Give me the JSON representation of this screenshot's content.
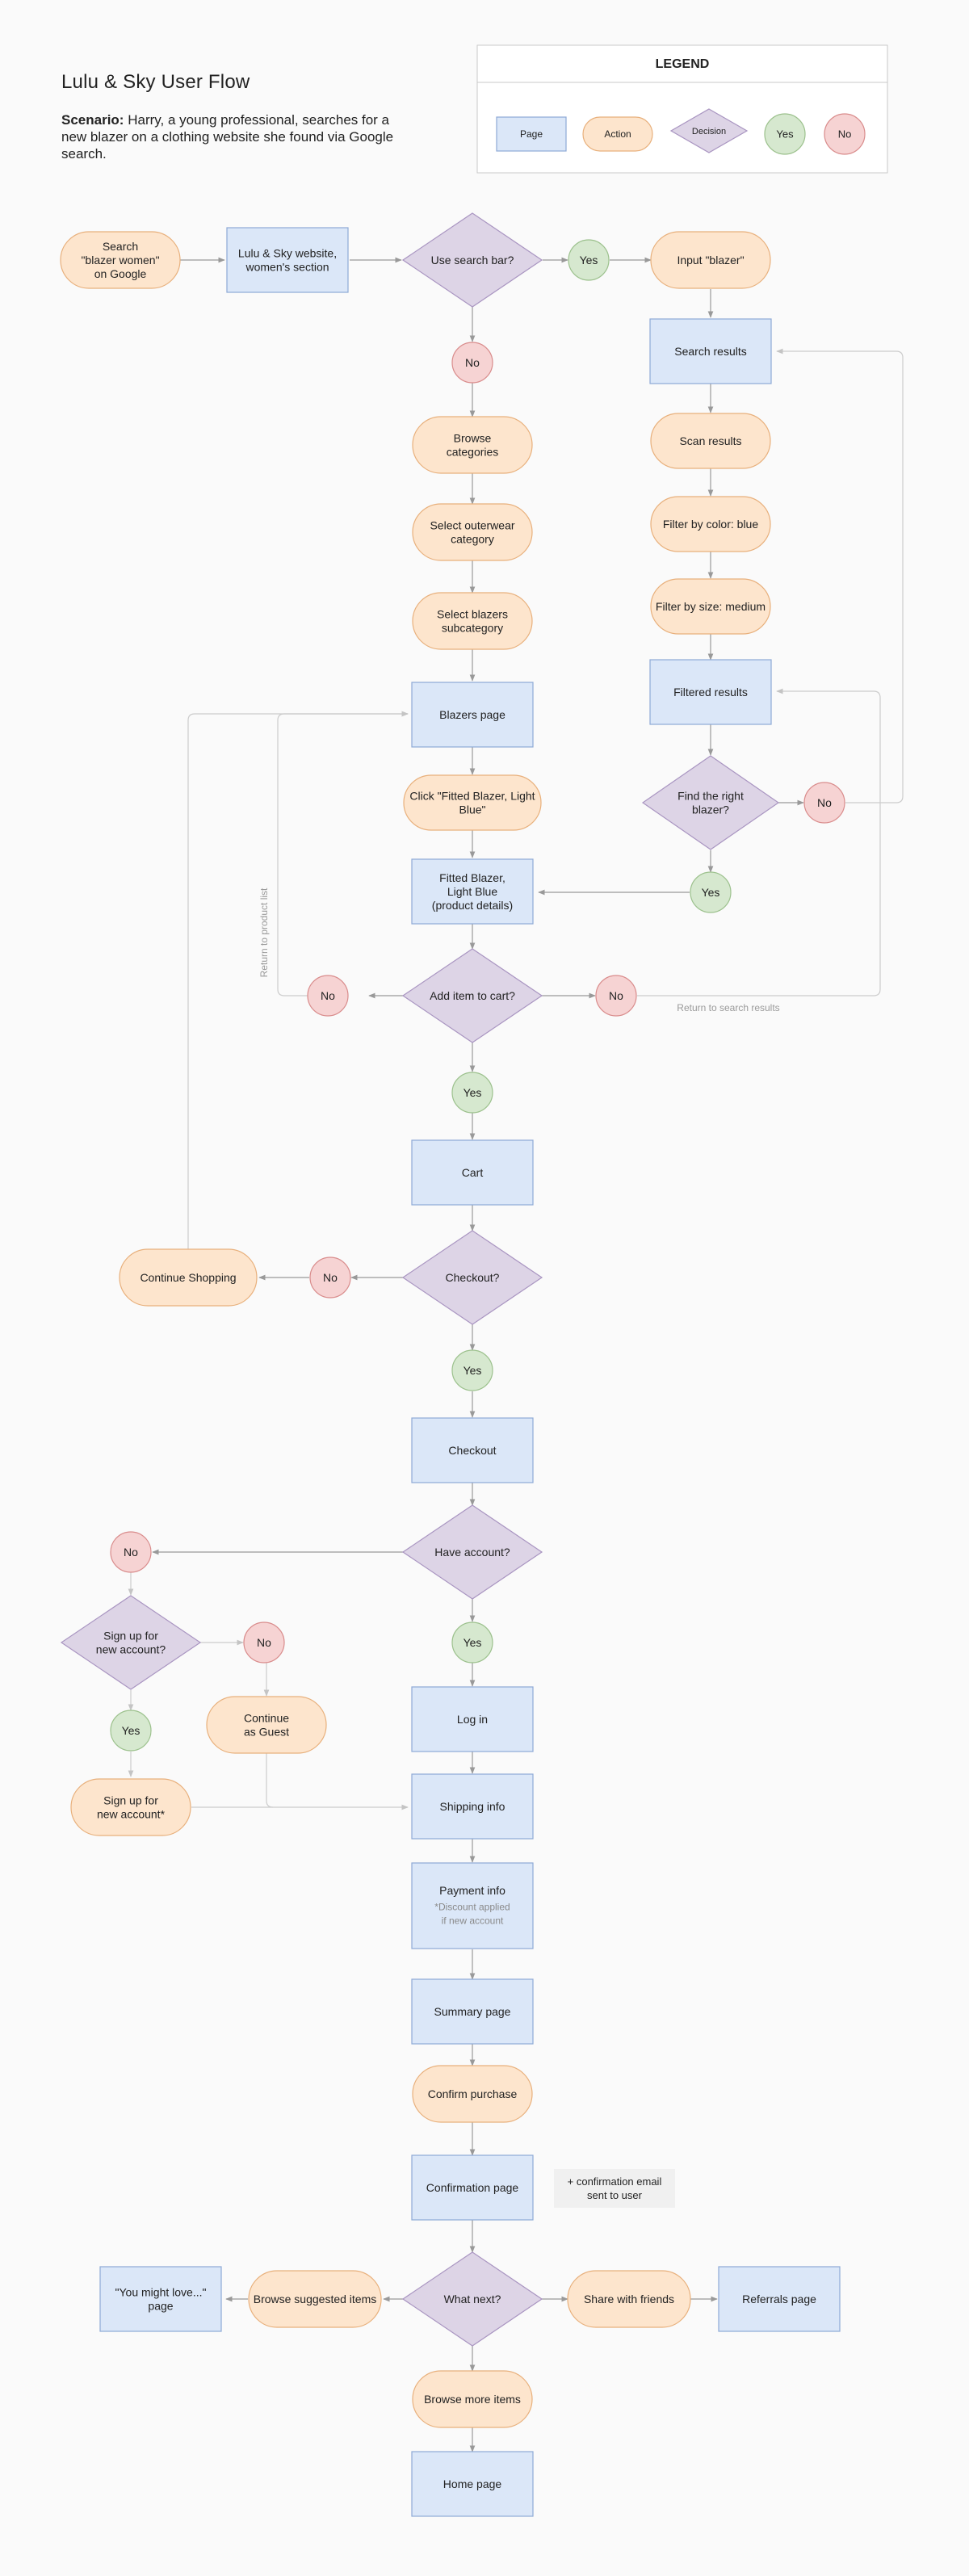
{
  "header": {
    "title": "Lulu & Sky User Flow",
    "scenario_label": "Scenario:",
    "scenario_text": "Harry, a young professional, searches for a new blazer on a clothing website she found via Google search."
  },
  "legend": {
    "title": "LEGEND",
    "page": "Page",
    "action": "Action",
    "decision": "Decision",
    "yes": "Yes",
    "no": "No"
  },
  "colors": {
    "page_fill": "#dbe7f8",
    "page_stroke": "#8ea9d6",
    "action_fill": "#fde5cd",
    "action_stroke": "#e8b07c",
    "decision_fill": "#ddd4e6",
    "decision_stroke": "#a995c1",
    "yes_fill": "#d6e8cf",
    "yes_stroke": "#9cc18d",
    "no_fill": "#f6d3d3",
    "no_stroke": "#d98c8c",
    "arrow": "#999999",
    "return_line": "#cccccc"
  },
  "nodes": {
    "search_google": "Search\n\"blazer women\"\non Google",
    "website": "Lulu & Sky website,\nwomen's section",
    "use_search": "Use search bar?",
    "yes_search": "Yes",
    "input_blazer": "Input \"blazer\"",
    "search_results": "Search results",
    "scan_results": "Scan results",
    "filter_color": "Filter by color: blue",
    "filter_size": "Filter by size: medium",
    "filtered_results": "Filtered results",
    "right_blazer": "Find the right\nblazer?",
    "no_right": "No",
    "yes_right": "Yes",
    "no_search": "No",
    "browse_categories": "Browse\ncategories",
    "select_outerwear": "Select outerwear\ncategory",
    "select_blazers": "Select blazers\nsubcategory",
    "blazers_page": "Blazers page",
    "click_fitted": "Click \"Fitted Blazer, Light\nBlue\"",
    "product": "Fitted Blazer,\nLight Blue\n(product details)",
    "add_cart": "Add item to cart?",
    "no_cart_left": "No",
    "no_cart_right": "No",
    "return_product": "Return to product list",
    "return_search": "Return to search results",
    "yes_cart": "Yes",
    "cart": "Cart",
    "checkout_q": "Checkout?",
    "no_checkout": "No",
    "continue_shopping": "Continue Shopping",
    "yes_checkout": "Yes",
    "checkout": "Checkout",
    "have_account": "Have account?",
    "no_account": "No",
    "yes_account": "Yes",
    "signup_q": "Sign up for\nnew account?",
    "no_signup": "No",
    "yes_signup": "Yes",
    "continue_guest": "Continue\nas Guest",
    "signup": "Sign up for\nnew account*",
    "login": "Log in",
    "shipping": "Shipping info",
    "payment": "Payment info",
    "payment_note": "*Discount applied\nif new account",
    "summary": "Summary page",
    "confirm_purchase": "Confirm purchase",
    "confirmation_page": "Confirmation page",
    "confirmation_note": "+ confirmation email\nsent to user",
    "what_next": "What next?",
    "browse_suggested": "Browse suggested items",
    "you_might_love": "\"You might love...\"\npage",
    "share_friends": "Share with friends",
    "referrals": "Referrals page",
    "browse_more": "Browse more items",
    "home": "Home page"
  }
}
